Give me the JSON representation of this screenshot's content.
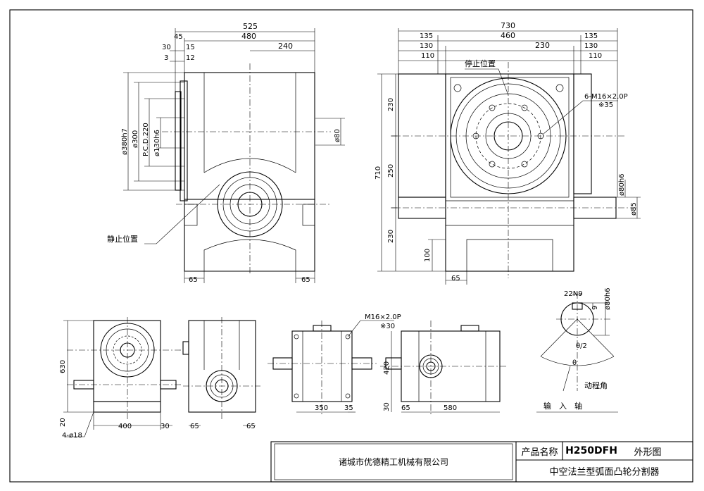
{
  "title_block": {
    "company": "诸城市优德精工机械有限公司",
    "product_name_label": "产品名称",
    "model": "H250DFH",
    "drawing_type": "外形图",
    "product_description": "中空法兰型弧面凸轮分割器"
  },
  "labels": {
    "stop_position_left": "静止位置",
    "stop_position_right": "停止位置",
    "bolt_spec": "6-M16×2.0P",
    "bolt_depth": "※35",
    "small_bolt_spec": "M16×2.0P",
    "small_bolt_depth": "※30",
    "mount_holes": "4-ø18",
    "motion_angle": "动程角",
    "input_shaft": "输　入　轴",
    "theta_half": "θ/2",
    "theta": "θ"
  },
  "dimensions": {
    "left_view": {
      "d525": "525",
      "d480": "480",
      "d45": "45",
      "d240": "240",
      "d30": "30",
      "d15": "15",
      "d3": "3",
      "d12": "12",
      "d380": "ø380h7",
      "d300": "ø300",
      "pcd220": "P.C.D.220",
      "d130": "ø130h6",
      "d80": "ø80",
      "d65a": "65",
      "d65b": "65"
    },
    "right_view": {
      "d730": "730",
      "d460": "460",
      "d135a": "135",
      "d135b": "135",
      "d130a": "130",
      "d130b": "130",
      "d110a": "110",
      "d110b": "110",
      "d230top": "230",
      "d710": "710",
      "d230a": "230",
      "d250": "250",
      "d230b": "230",
      "d100": "100",
      "d65": "65",
      "d80h6": "ø80h6",
      "d85": "ø85"
    },
    "bottom_views": {
      "d630": "630",
      "d20": "20",
      "d400": "400",
      "d30a": "30",
      "d65a": "65",
      "d65b": "65",
      "d350": "350",
      "d35": "35",
      "d420": "420",
      "d30b": "30",
      "d65c": "65",
      "d580": "580"
    },
    "shaft": {
      "d22n9": "22N9",
      "d9": "9",
      "d80h6": "ø80h6"
    }
  }
}
